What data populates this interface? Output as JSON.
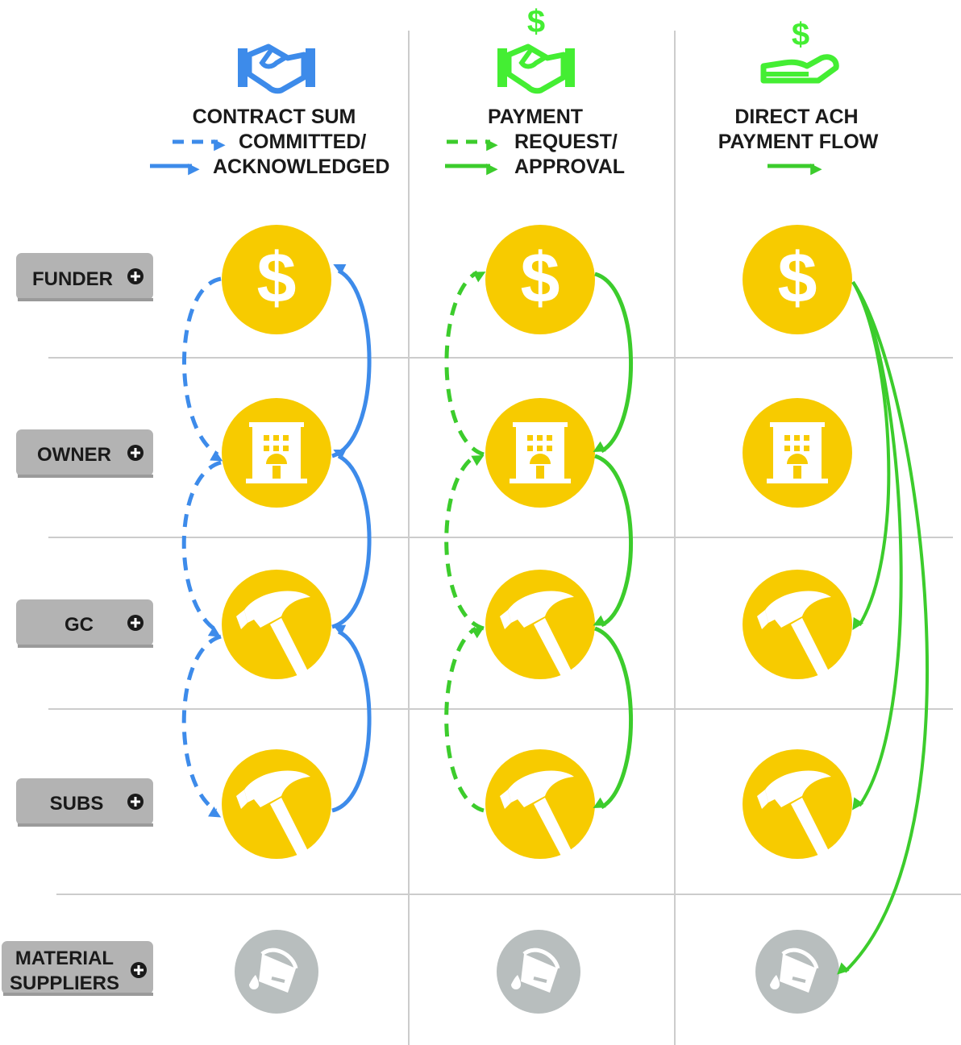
{
  "colors": {
    "blue": "#3d8bea",
    "green": "#3ccc2c",
    "bright_green": "#44ee33",
    "node": "#f7cb00",
    "node_inactive": "#b8bebe",
    "label_bg": "#b3b3b3",
    "grid": "#cccccc",
    "text": "#1a1a1a"
  },
  "columns": [
    {
      "id": "contract",
      "icon": "handshake-icon",
      "title": "CONTRACT SUM",
      "legend_dashed": "COMMITTED/",
      "legend_solid": "ACKNOWLEDGED"
    },
    {
      "id": "payment",
      "icon": "money-handshake-icon",
      "title": "PAYMENT",
      "legend_dashed": "REQUEST/",
      "legend_solid": "APPROVAL"
    },
    {
      "id": "ach",
      "icon": "money-hand-icon",
      "title_line1": "DIRECT ACH",
      "title_line2": "PAYMENT FLOW"
    }
  ],
  "rows": [
    {
      "id": "funder",
      "label": "FUNDER",
      "icon": "dollar-icon",
      "active": true
    },
    {
      "id": "owner",
      "label": "OWNER",
      "icon": "building-icon",
      "active": true
    },
    {
      "id": "gc",
      "label": "GC",
      "icon": "hammer-icon",
      "active": true
    },
    {
      "id": "subs",
      "label": "SUBS",
      "icon": "hammer-icon",
      "active": true
    },
    {
      "id": "suppliers",
      "label_line1": "MATERIAL",
      "label_line2": "SUPPLIERS",
      "icon": "paint-bucket-icon",
      "active": false
    }
  ]
}
